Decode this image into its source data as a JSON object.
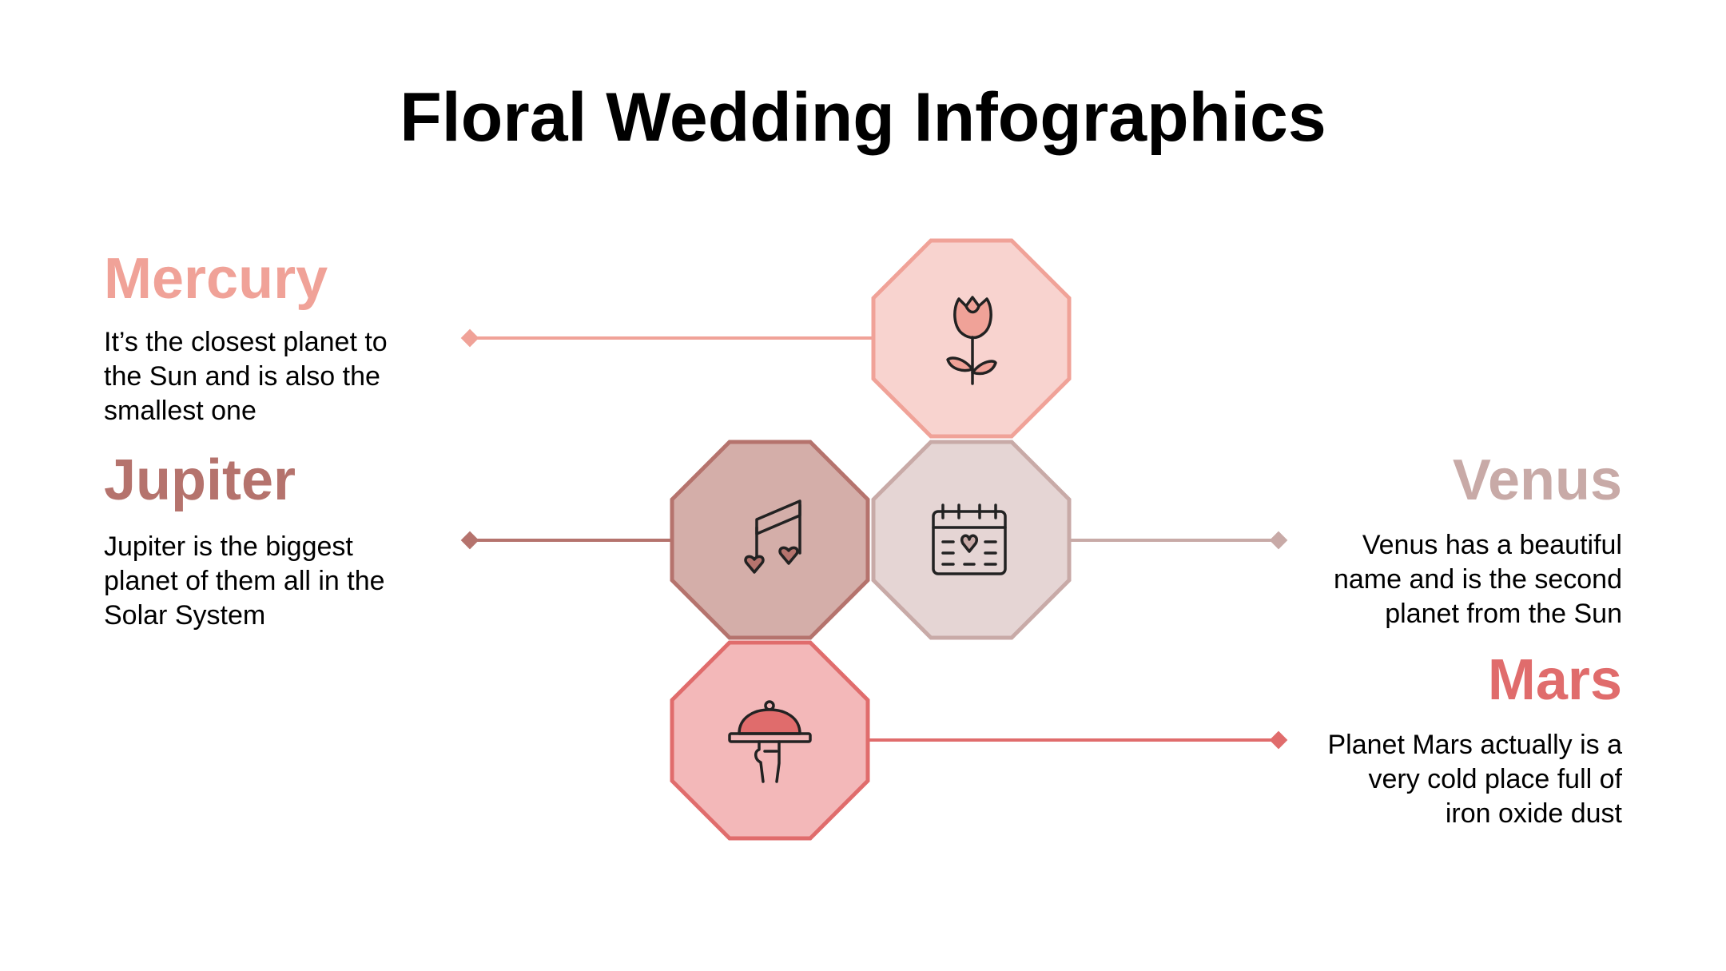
{
  "title": "Floral Wedding Infographics",
  "colors": {
    "mercury": "#f0a298",
    "jupiter": "#b5736d",
    "venus": "#c8aaa7",
    "mars": "#e06c6c",
    "mercury_fill": "#f8d3cf",
    "jupiter_fill": "#d4aea9",
    "venus_fill": "#e5d5d4",
    "mars_fill": "#f3b8b9",
    "icon_stroke": "#222222"
  },
  "items": {
    "mercury": {
      "heading": "Mercury",
      "description": "It’s the closest planet  to\nthe Sun and is also the\nsmallest one",
      "icon": "rose-icon"
    },
    "jupiter": {
      "heading": "Jupiter",
      "description": "Jupiter is the biggest\nplanet of them all in the\nSolar System",
      "icon": "music-note-hearts-icon"
    },
    "venus": {
      "heading": "Venus",
      "description": "Venus has a beautiful\nname and is the second\nplanet from the Sun",
      "icon": "calendar-heart-icon"
    },
    "mars": {
      "heading": "Mars",
      "description": "Planet Mars actually is a\nvery cold place full of\niron oxide dust",
      "icon": "serving-cloche-icon"
    }
  }
}
